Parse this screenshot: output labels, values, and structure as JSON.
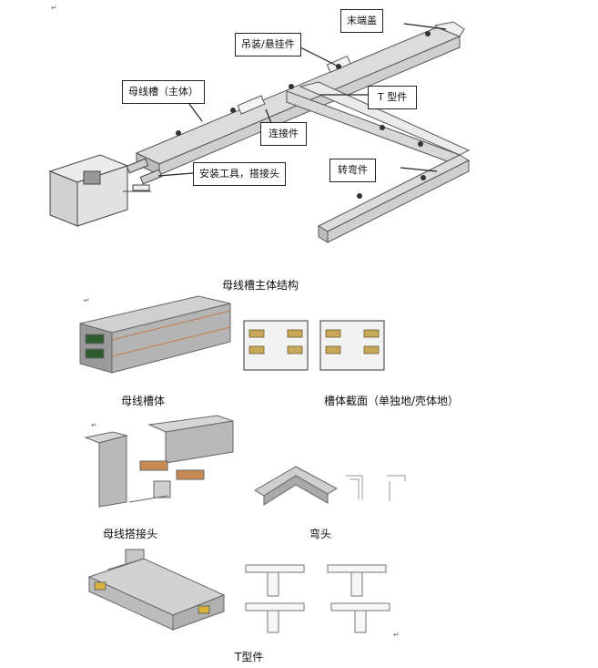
{
  "labels": {
    "end_cap": "末端盖",
    "hanger": "吊装/悬挂件",
    "main_body": "母线槽（主体）",
    "t_piece": "T 型件",
    "connector": "连接件",
    "install_tool": "安装工具，搭接头",
    "elbow_piece": "转弯件"
  },
  "captions": {
    "structure": "母线槽主体结构",
    "body": "母线槽体",
    "cross_section": "槽体截面（单独地/壳体地）",
    "joint": "母线搭接头",
    "elbow": "弯头",
    "t_type": "T型件"
  },
  "marks": {
    "return": "↵"
  }
}
